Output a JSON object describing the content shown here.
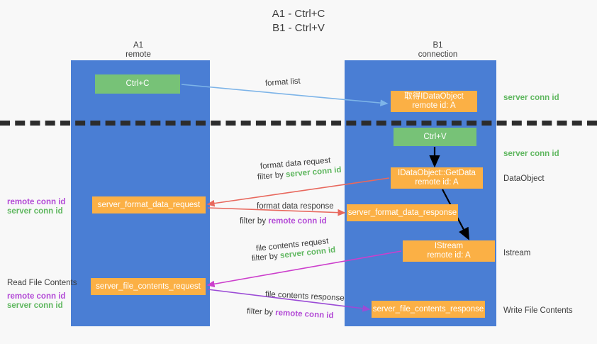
{
  "title": {
    "line1": "A1 - Ctrl+C",
    "line2": "B1 - Ctrl+V"
  },
  "columns": [
    {
      "name": "A1",
      "sub": "remote"
    },
    {
      "name": "B1",
      "sub": "connection"
    }
  ],
  "nodes": {
    "ctrl_c": {
      "line1": "Ctrl+C",
      "line2": "",
      "color": "#77c277"
    },
    "get_data_object": {
      "line1": "取得IDataObject",
      "line2": "remote id: A",
      "color": "#fbb045"
    },
    "ctrl_v": {
      "line1": "Ctrl+V",
      "line2": "",
      "color": "#77c277"
    },
    "idataobject_getdata": {
      "line1": "IDataObject::GetData",
      "line2": "remote id: A",
      "color": "#fbb045"
    },
    "server_format_data_response": {
      "line1": "server_format_data_response",
      "line2": "",
      "color": "#fbb045"
    },
    "server_format_data_request": {
      "line1": "server_format_data_request",
      "line2": "",
      "color": "#fbb045"
    },
    "istream": {
      "line1": "IStream",
      "line2": "remote id: A",
      "color": "#fbb045"
    },
    "server_file_contents_request": {
      "line1": "server_file_contents_request",
      "line2": "",
      "color": "#fbb045"
    },
    "server_file_contents_response": {
      "line1": "server_file_contents_response",
      "line2": "",
      "color": "#fbb045"
    }
  },
  "right_labels": {
    "server_conn_id_1": "server conn id",
    "server_conn_id_2": "server conn id",
    "dataobject": "DataObject",
    "istream": "Istream",
    "write_file_contents": "Write File Contents"
  },
  "left_labels": {
    "read_file_contents": "Read File Contents",
    "remote_conn_id_1": "remote conn id",
    "server_conn_id_1": "server conn id",
    "remote_conn_id_2": "remote conn id",
    "server_conn_id_2": "server conn id"
  },
  "edge_labels": {
    "format_list": "format list",
    "format_data_request": "format data request",
    "format_data_request_filter_prefix": "filter by ",
    "format_data_request_filter_value": "server conn id",
    "format_data_response": "format data response",
    "format_data_response_filter_prefix": "filter by ",
    "format_data_response_filter_value": "remote conn id",
    "file_contents_request": "file contents request",
    "file_contents_request_filter_prefix": "filter by ",
    "file_contents_request_filter_value": "server conn id",
    "file_contents_response": "file contents response",
    "file_contents_response_filter_prefix": "filter by ",
    "file_contents_response_filter_value": "remote conn id"
  },
  "colors": {
    "lane": "#4a7ed4",
    "green_node": "#77c277",
    "orange_node": "#fbb045",
    "green_text": "#5fb75f",
    "purple_text": "#b34bd6",
    "arrow_blue": "#7db4e8",
    "arrow_red": "#e8685d",
    "arrow_magenta": "#cc3fcc",
    "arrow_purple": "#9b4bd6",
    "arrow_black": "#000000",
    "background": "#f8f8f8"
  }
}
